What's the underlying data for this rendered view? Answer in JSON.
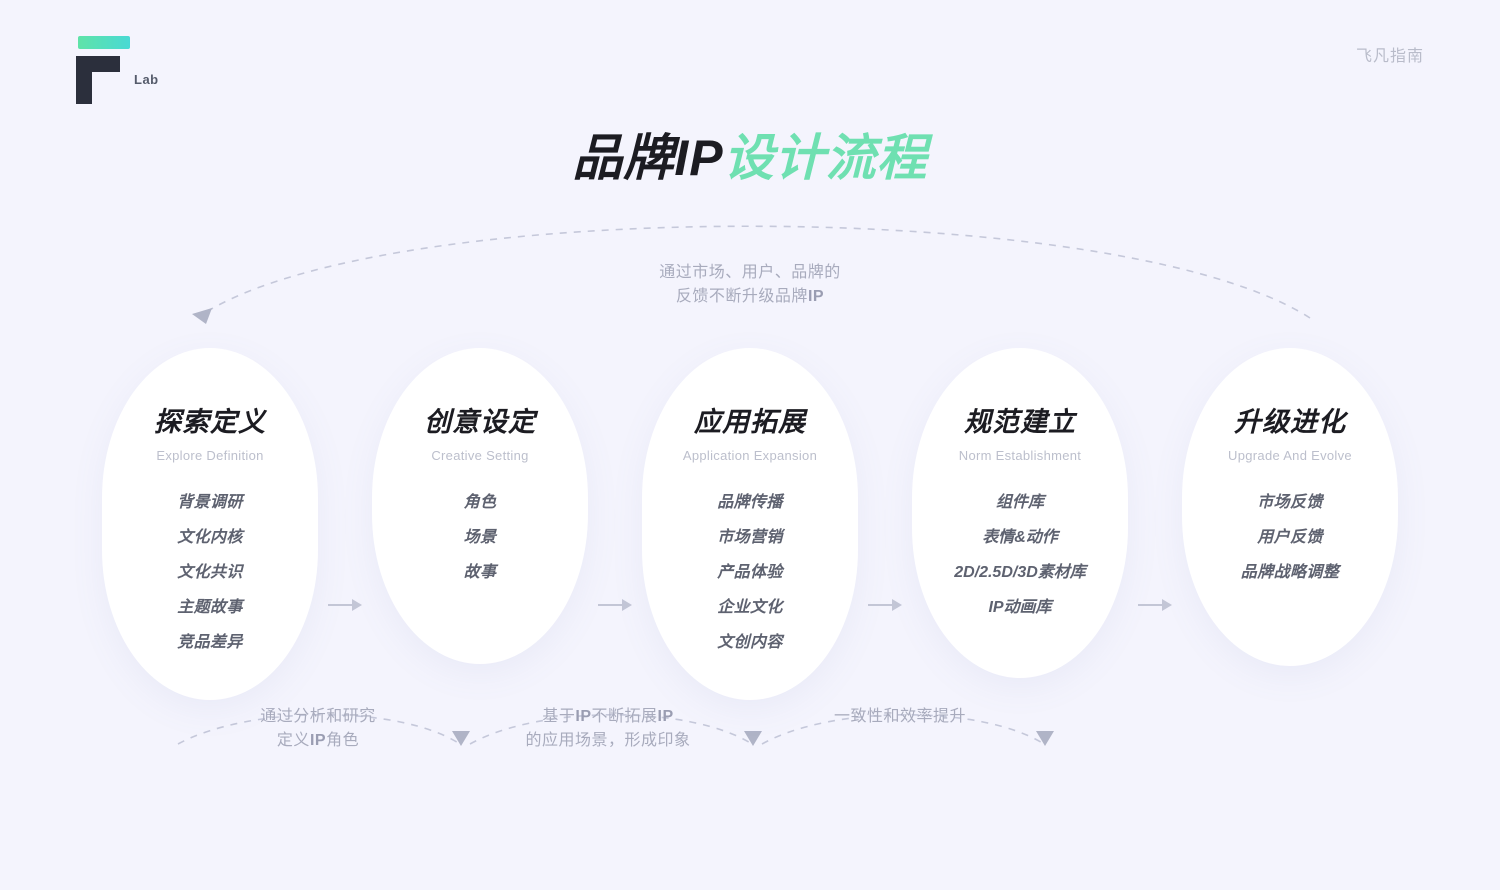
{
  "header": {
    "logo_bar_icon": "logo-gradient-bar",
    "logo_mark_icon": "logo-gamma-mark",
    "logo_text": "Lab",
    "guide_label": "飞凡指南"
  },
  "title": {
    "dark_part": "品牌IP",
    "green_part": "设计流程",
    "accent_color": "#6fe0b1",
    "dark_color": "#1c1c22"
  },
  "annotations": {
    "top": {
      "line1": "通过市场、用户、品牌的",
      "line2_a": "反馈不断升级品牌",
      "line2_b": "IP"
    },
    "bottom": [
      {
        "line1": "通过分析和研究",
        "line2_a": "定义",
        "line2_b": "IP",
        "line2_c": "角色"
      },
      {
        "line1_a": "基于",
        "line1_b": "IP",
        "line1_c": "不断拓展",
        "line1_d": "IP",
        "line2": "的应用场景，形成印象"
      },
      {
        "line1": "一致性和效率提升"
      }
    ]
  },
  "flow": {
    "arrow_icon": "arrow-right-icon",
    "steps": [
      {
        "title": "探索定义",
        "subtitle": "Explore Definition",
        "items": [
          "背景调研",
          "文化内核",
          "文化共识",
          "主题故事",
          "竞品差异"
        ]
      },
      {
        "title": "创意设定",
        "subtitle": "Creative Setting",
        "items": [
          "角色",
          "场景",
          "故事"
        ]
      },
      {
        "title": "应用拓展",
        "subtitle": "Application Expansion",
        "items": [
          "品牌传播",
          "市场营销",
          "产品体验",
          "企业文化",
          "文创内容"
        ]
      },
      {
        "title": "规范建立",
        "subtitle": "Norm Establishment",
        "items": [
          "组件库",
          "表情&动作",
          "2D/2.5D/3D素材库",
          "IP动画库"
        ]
      },
      {
        "title": "升级进化",
        "subtitle": "Upgrade And Evolve",
        "items": [
          "市场反馈",
          "用户反馈",
          "品牌战略调整"
        ]
      }
    ]
  },
  "colors": {
    "background": "#f4f4fd",
    "card": "#ffffff",
    "muted_text": "#a8abbd",
    "subtitle_text": "#bcbfcc",
    "item_text": "#5e6270"
  }
}
